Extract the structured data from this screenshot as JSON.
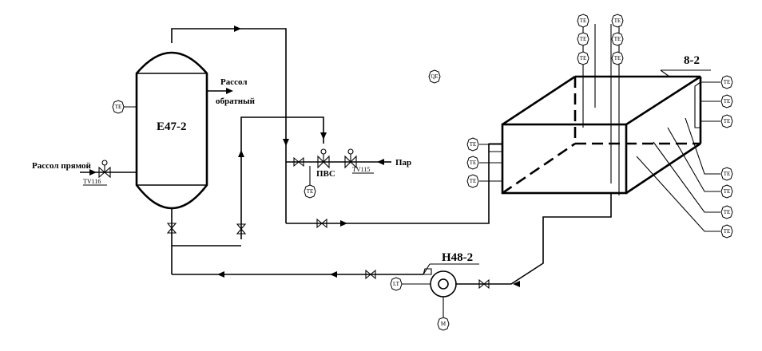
{
  "diagram": {
    "vessel_label": "Е47-2",
    "pump_label": "Н48-2",
    "tank_label": "8-2",
    "brine_direct": "Рассол прямой",
    "brine_return_1": "Рассол",
    "brine_return_2": "обратный",
    "steam": "Пар",
    "pvs": "ПВС",
    "valve_tv116": "TV116",
    "valve_tv115": "TV115",
    "te": "TE",
    "qe": "QE",
    "lt": "LT",
    "motor": "M"
  }
}
